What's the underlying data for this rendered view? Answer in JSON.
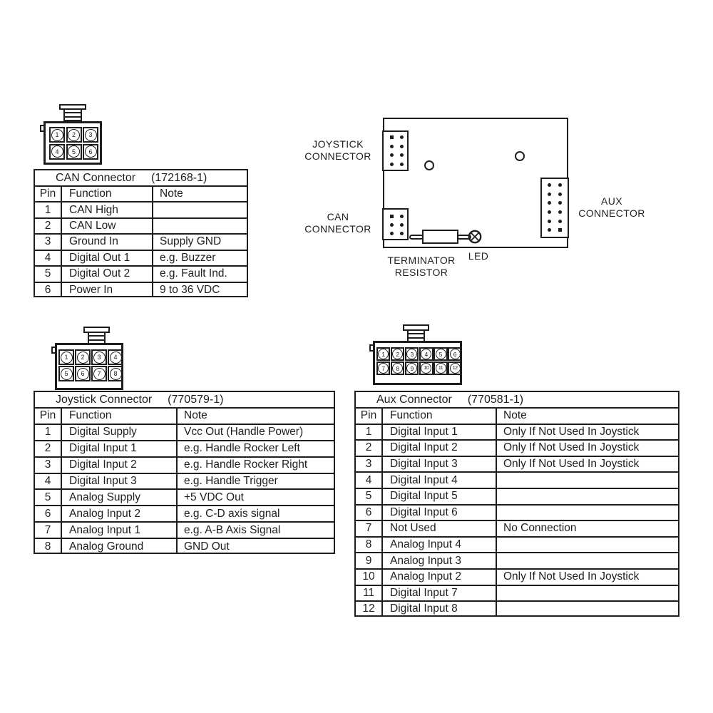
{
  "colors": {
    "ink": "#1e1e1e",
    "paper": "#ffffff"
  },
  "board": {
    "labels": {
      "joystick": {
        "line1": "JOYSTICK",
        "line2": "CONNECTOR"
      },
      "can": {
        "line1": "CAN",
        "line2": "CONNECTOR"
      },
      "aux": {
        "line1": "AUX",
        "line2": "CONNECTOR"
      },
      "terminator": {
        "line1": "TERMINATOR",
        "line2": "RESISTOR"
      },
      "led": "LED"
    },
    "headers": {
      "joystick": {
        "rows": 4,
        "cols": 2,
        "square": "top-left"
      },
      "can": {
        "rows": 3,
        "cols": 2,
        "square": "top-left"
      },
      "aux": {
        "rows": 6,
        "cols": 2,
        "square": "bottom-right"
      }
    }
  },
  "connector_faces": {
    "can": {
      "pins": [
        "1",
        "2",
        "3",
        "4",
        "5",
        "6"
      ]
    },
    "joystick": {
      "pins": [
        "1",
        "2",
        "3",
        "4",
        "5",
        "6",
        "7",
        "8"
      ]
    },
    "aux": {
      "pins": [
        "1",
        "2",
        "3",
        "4",
        "5",
        "6",
        "7",
        "8",
        "9",
        "10",
        "11",
        "12"
      ]
    }
  },
  "tables": {
    "can": {
      "title": "CAN Connector",
      "part": "(172168-1)",
      "headers": [
        "Pin",
        "Function",
        "Note"
      ],
      "rows": [
        [
          "1",
          "CAN High",
          ""
        ],
        [
          "2",
          "CAN Low",
          ""
        ],
        [
          "3",
          "Ground In",
          "Supply GND"
        ],
        [
          "4",
          "Digital Out 1",
          "e.g. Buzzer"
        ],
        [
          "5",
          "Digital Out 2",
          "e.g. Fault Ind."
        ],
        [
          "6",
          "Power In",
          "9 to 36 VDC"
        ]
      ]
    },
    "joystick": {
      "title": "Joystick Connector",
      "part": "(770579-1)",
      "headers": [
        "Pin",
        "Function",
        "Note"
      ],
      "rows": [
        [
          "1",
          "Digital Supply",
          "Vcc Out (Handle Power)"
        ],
        [
          "2",
          "Digital Input 1",
          "e.g. Handle Rocker Left"
        ],
        [
          "3",
          "Digital Input 2",
          "e.g. Handle Rocker Right"
        ],
        [
          "4",
          "Digital Input 3",
          "e.g. Handle Trigger"
        ],
        [
          "5",
          "Analog Supply",
          "+5 VDC Out"
        ],
        [
          "6",
          "Analog Input 2",
          "e.g. C-D axis signal"
        ],
        [
          "7",
          "Analog Input 1",
          "e.g. A-B Axis Signal"
        ],
        [
          "8",
          "Analog Ground",
          "GND Out"
        ]
      ]
    },
    "aux": {
      "title": "Aux Connector",
      "part": "(770581-1)",
      "headers": [
        "Pin",
        "Function",
        "Note"
      ],
      "rows": [
        [
          "1",
          "Digital Input 1",
          "Only If Not Used In Joystick"
        ],
        [
          "2",
          "Digital Input 2",
          "Only If Not Used In Joystick"
        ],
        [
          "3",
          "Digital Input 3",
          "Only If Not Used In Joystick"
        ],
        [
          "4",
          "Digital Input 4",
          ""
        ],
        [
          "5",
          "Digital Input 5",
          ""
        ],
        [
          "6",
          "Digital Input 6",
          ""
        ],
        [
          "7",
          "Not Used",
          "No Connection"
        ],
        [
          "8",
          "Analog Input 4",
          ""
        ],
        [
          "9",
          "Analog Input 3",
          ""
        ],
        [
          "10",
          "Analog Input 2",
          "Only If Not Used In Joystick"
        ],
        [
          "11",
          "Digital Input 7",
          ""
        ],
        [
          "12",
          "Digital Input 8",
          ""
        ]
      ]
    }
  }
}
